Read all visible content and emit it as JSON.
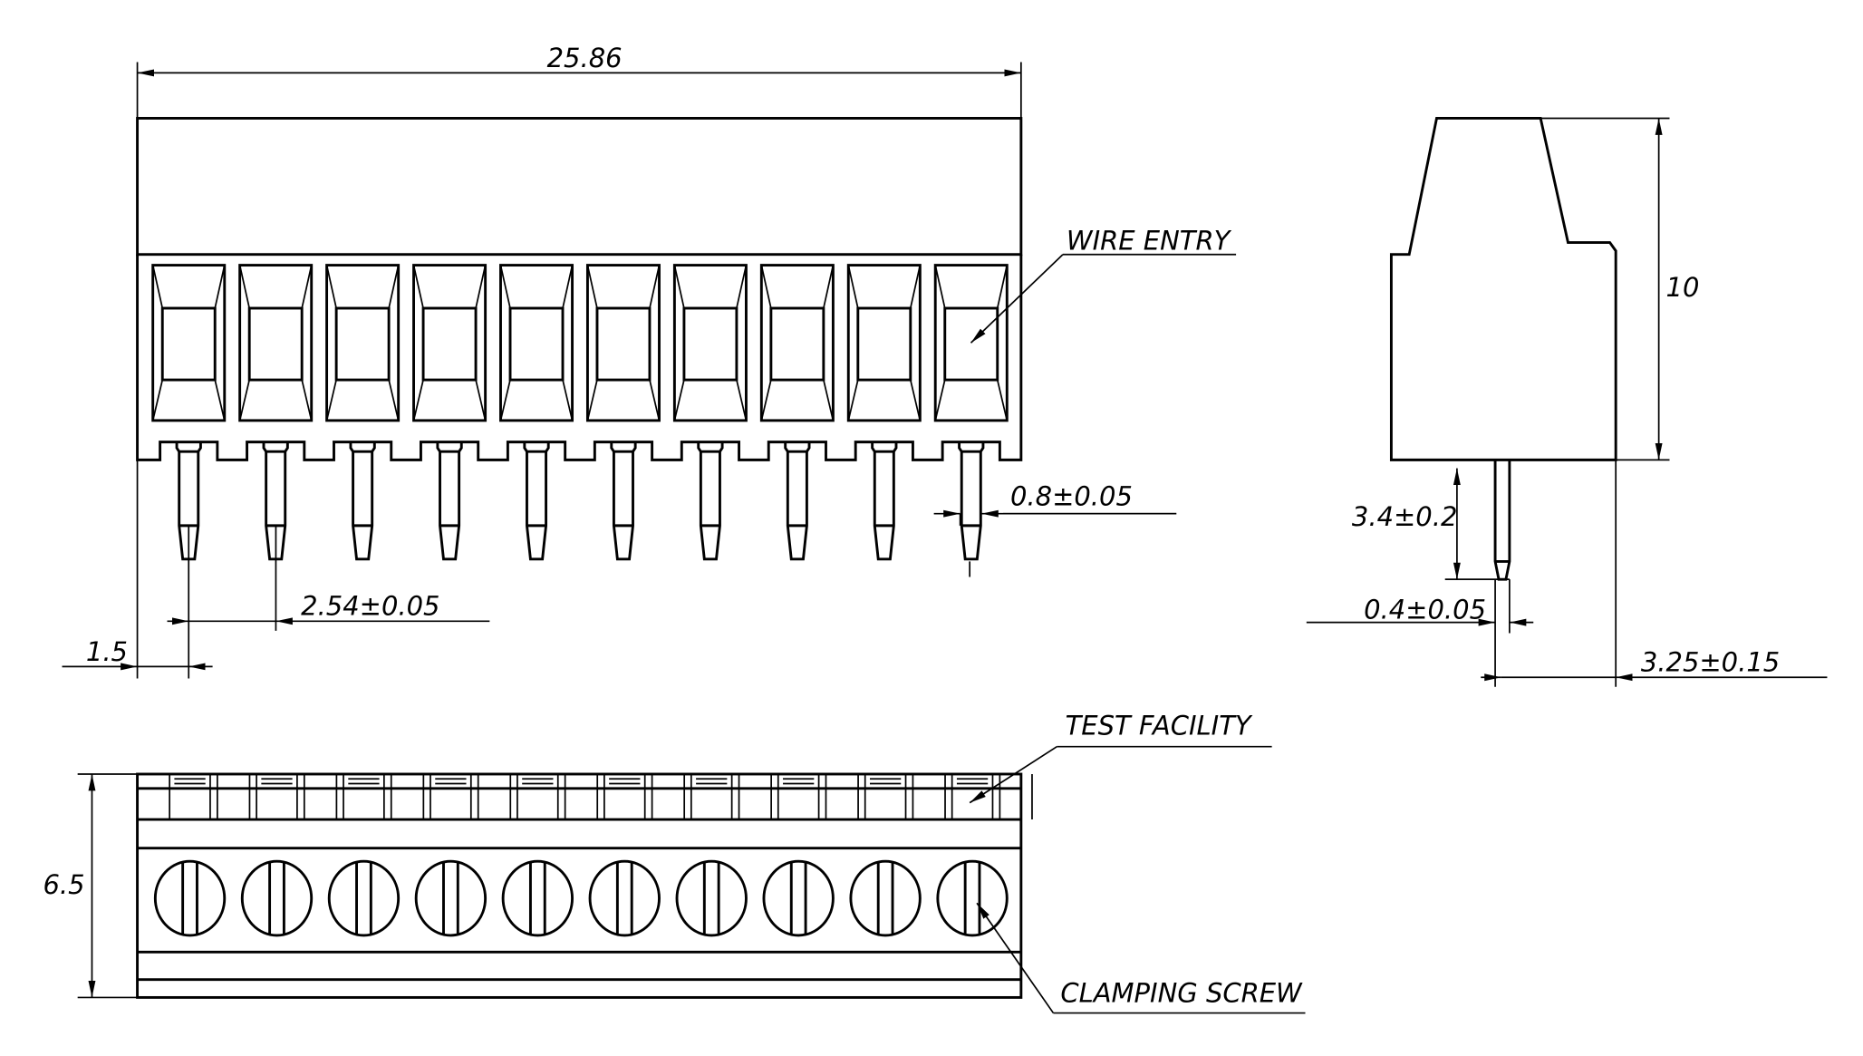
{
  "drawing": {
    "pole_count": 10,
    "dimensions": {
      "overall_length": "25.86",
      "height": "10",
      "pin_width": "0.8±0.05",
      "pitch": "2.54±0.05",
      "edge_offset": "1.5",
      "pin_length": "3.4±0.2",
      "pin_thickness": "0.4±0.05",
      "pin_position": "3.25±0.15",
      "depth": "6.5"
    },
    "callouts": {
      "wire_entry": "WIRE ENTRY",
      "test_facility": "TEST FACILITY",
      "clamping_screw": "CLAMPING SCREW"
    }
  }
}
